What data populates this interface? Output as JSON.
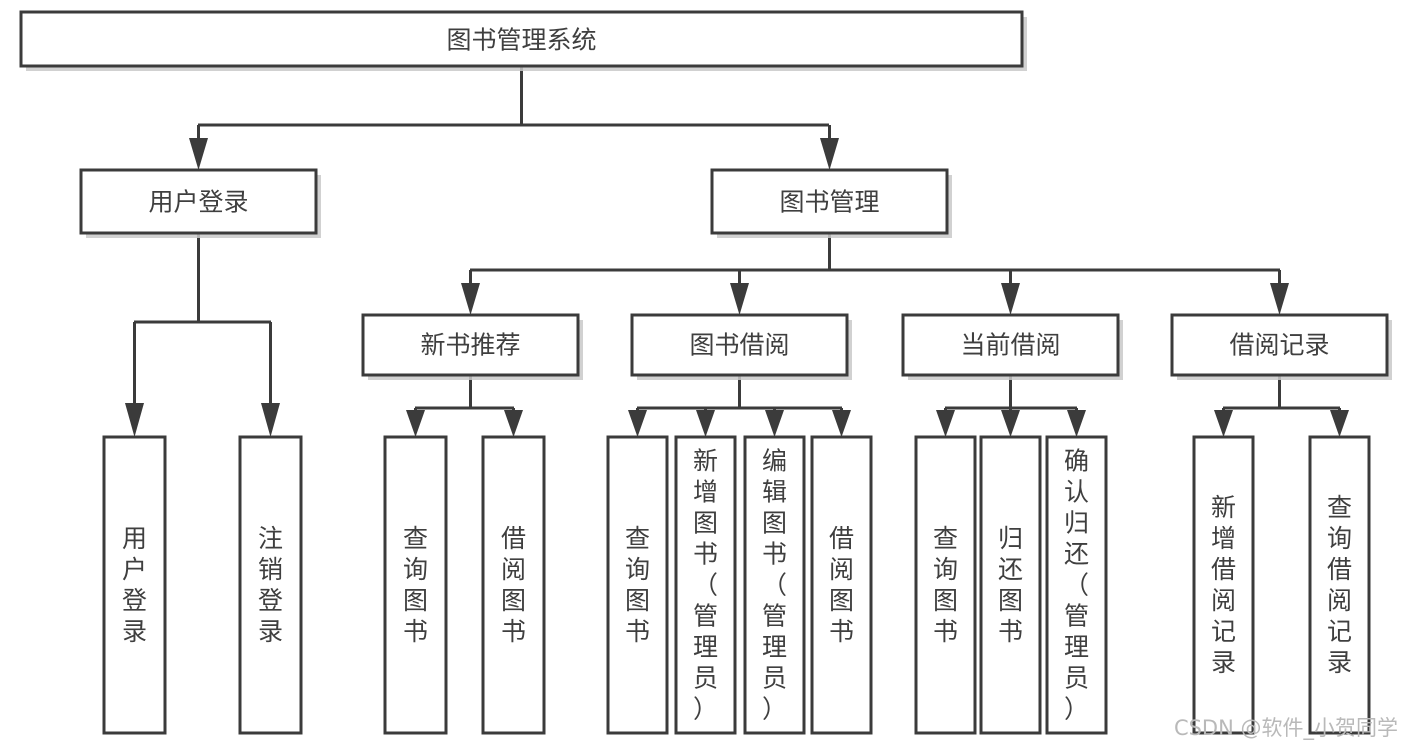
{
  "diagram": {
    "type": "tree-hierarchy-chart",
    "title": "图书管理系统",
    "orientation": "top-down",
    "colors": {
      "box_fill": "#ffffff",
      "box_stroke": "#3b3b3b",
      "text": "#3f3f3f",
      "connector": "#3b3b3b",
      "shadow": "#c9c9c9",
      "background": "#ffffff",
      "watermark": "#b9b9b9"
    },
    "root": {
      "label": "图书管理系统"
    },
    "level1": [
      {
        "label": "用户登录"
      },
      {
        "label": "图书管理"
      }
    ],
    "level2": [
      {
        "label": "新书推荐"
      },
      {
        "label": "图书借阅"
      },
      {
        "label": "当前借阅"
      },
      {
        "label": "借阅记录"
      }
    ],
    "leaves": {
      "user_login": [
        {
          "lines": [
            "用",
            "户",
            "登",
            "录"
          ]
        },
        {
          "lines": [
            "注",
            "销",
            "登",
            "录"
          ]
        }
      ],
      "new_book_recommend": [
        {
          "lines": [
            "查",
            "询",
            "图",
            "书"
          ]
        },
        {
          "lines": [
            "借",
            "阅",
            "图",
            "书"
          ]
        }
      ],
      "book_borrow": [
        {
          "lines": [
            "查",
            "询",
            "图",
            "书"
          ]
        },
        {
          "lines": [
            "新",
            "增",
            "图",
            "书",
            "（",
            "管",
            "理",
            "员",
            "）"
          ]
        },
        {
          "lines": [
            "编",
            "辑",
            "图",
            "书",
            "（",
            "管",
            "理",
            "员",
            "）"
          ]
        },
        {
          "lines": [
            "借",
            "阅",
            "图",
            "书"
          ]
        }
      ],
      "current_borrow": [
        {
          "lines": [
            "查",
            "询",
            "图",
            "书"
          ]
        },
        {
          "lines": [
            "归",
            "还",
            "图",
            "书"
          ]
        },
        {
          "lines": [
            "确",
            "认",
            "归",
            "还",
            "（",
            "管",
            "理",
            "员",
            "）"
          ]
        }
      ],
      "borrow_record": [
        {
          "lines": [
            "新",
            "增",
            "借",
            "阅",
            "记",
            "录"
          ]
        },
        {
          "lines": [
            "查",
            "询",
            "借",
            "阅",
            "记",
            "录"
          ]
        }
      ]
    },
    "watermark": "CSDN @软件_小贺同学"
  }
}
